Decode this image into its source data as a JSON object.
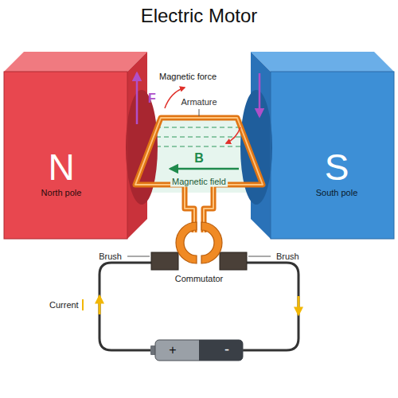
{
  "diagram": {
    "title": "Electric Motor",
    "nodes": [
      {
        "text": [
          "N",
          "North pole"
        ]
      },
      {
        "text": [
          "S",
          "South pole"
        ]
      },
      {
        "text": [
          "+",
          "-"
        ]
      }
    ],
    "labels": [
      "Magnetic force",
      "F",
      "Armature",
      "B",
      "Magnetic field",
      "Brush",
      "Brush",
      "Commutator",
      "Current"
    ]
  }
}
